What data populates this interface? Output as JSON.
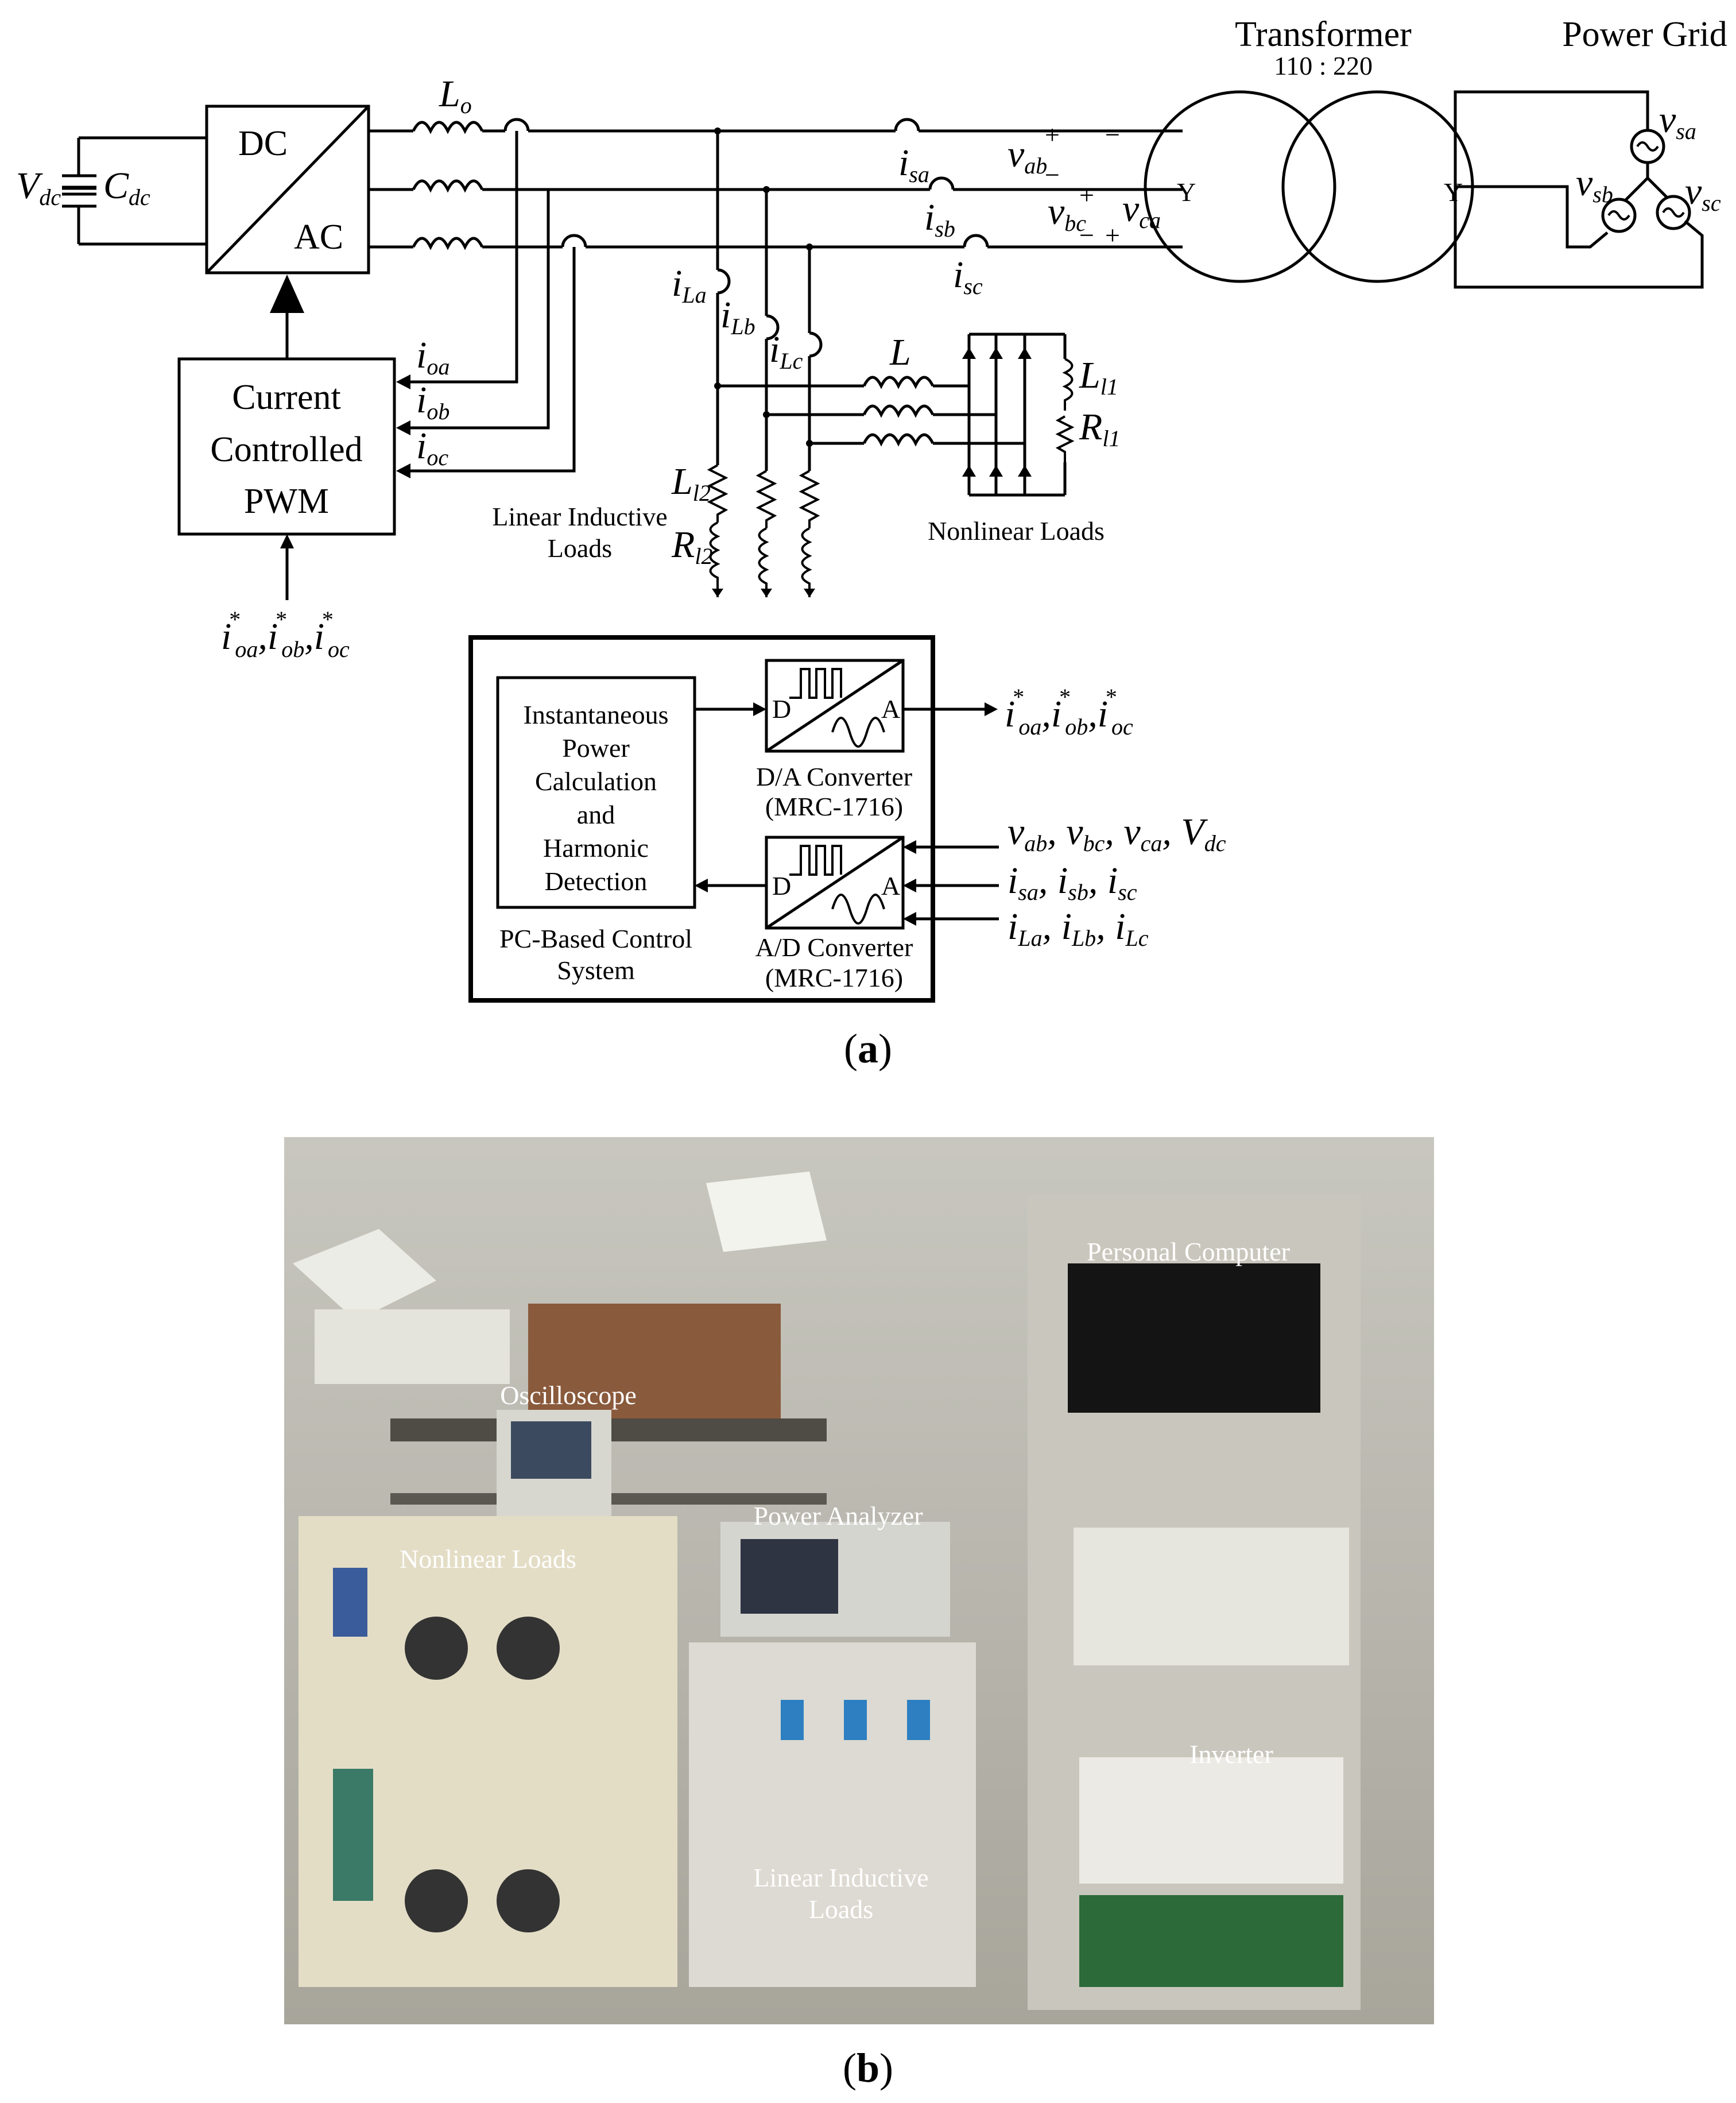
{
  "circuit": {
    "vdc": "V",
    "vdc_sub": "dc",
    "cdc": "C",
    "cdc_sub": "dc",
    "inverter_dc": "DC",
    "inverter_ac": "AC",
    "lo": "L",
    "lo_sub": "o",
    "pwm_line1": "Current",
    "pwm_line2": "Controlled",
    "pwm_line3": "PWM",
    "ioa": "i",
    "ioa_sub": "oa",
    "iob": "i",
    "iob_sub": "ob",
    "ioc": "i",
    "ioc_sub": "oc",
    "ref_currents": [
      "i",
      "*",
      "oa",
      ",",
      "i",
      "*",
      "ob",
      ",",
      "i",
      "*",
      "oc"
    ],
    "isa_sub": "sa",
    "isb_sub": "sb",
    "isc_sub": "sc",
    "ila_sub": "La",
    "ilb_sub": "Lb",
    "ilc_sub": "Lc",
    "vab_sub": "ab",
    "vbc_sub": "bc",
    "vca_sub": "ca",
    "plus": "+",
    "minus": "−",
    "transformer_title": "Transformer",
    "transformer_ratio": "110 : 220",
    "wye": "Y",
    "grid_title": "Power Grid",
    "vsa_sub": "sa",
    "vsb_sub": "sb",
    "vsc_sub": "sc",
    "l_nl": "L",
    "ll1_sub": "l1",
    "rl1_sub": "l1",
    "ll2_sub": "l2",
    "rl2_sub": "l2",
    "r_sym": "R",
    "linear_loads_l1": "Linear Inductive",
    "linear_loads_l2": "Loads",
    "nonlinear_loads": "Nonlinear Loads"
  },
  "control": {
    "calc_lines": [
      "Instantaneous",
      "Power",
      "Calculation",
      "and",
      "Harmonic",
      "Detection"
    ],
    "pc_l1": "PC-Based Control",
    "pc_l2": "System",
    "da_l1": "D/A Converter",
    "da_l2": "(MRC-1716)",
    "ad_l1": "A/D Converter",
    "ad_l2": "(MRC-1716)",
    "d": "D",
    "a": "A",
    "in_voltages_sub": [
      "ab",
      "bc",
      "ca",
      "dc"
    ],
    "in_is_sub": [
      "sa",
      "sb",
      "sc"
    ],
    "in_il_sub": [
      "La",
      "Lb",
      "Lc"
    ]
  },
  "captions": {
    "a": "a",
    "b": "b"
  },
  "photo_labels": {
    "pc": "Personal Computer",
    "osc": "Oscilloscope",
    "pa": "Power Analyzer",
    "nl": "Nonlinear Loads",
    "inv": "Inverter",
    "lil_1": "Linear Inductive",
    "lil_2": "Loads"
  }
}
